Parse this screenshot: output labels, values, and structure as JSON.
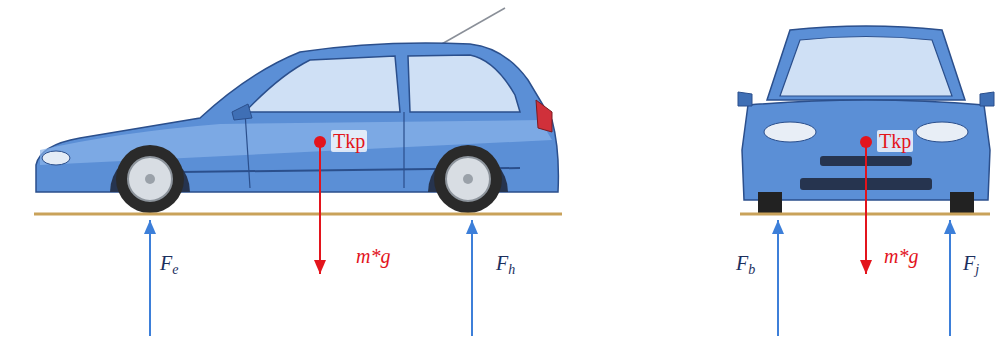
{
  "diagram": {
    "labels": [
      "Tkp",
      "m*g",
      "Fe",
      "Fh",
      "Tkp",
      "m*g",
      "Fb",
      "Fj"
    ]
  }
}
